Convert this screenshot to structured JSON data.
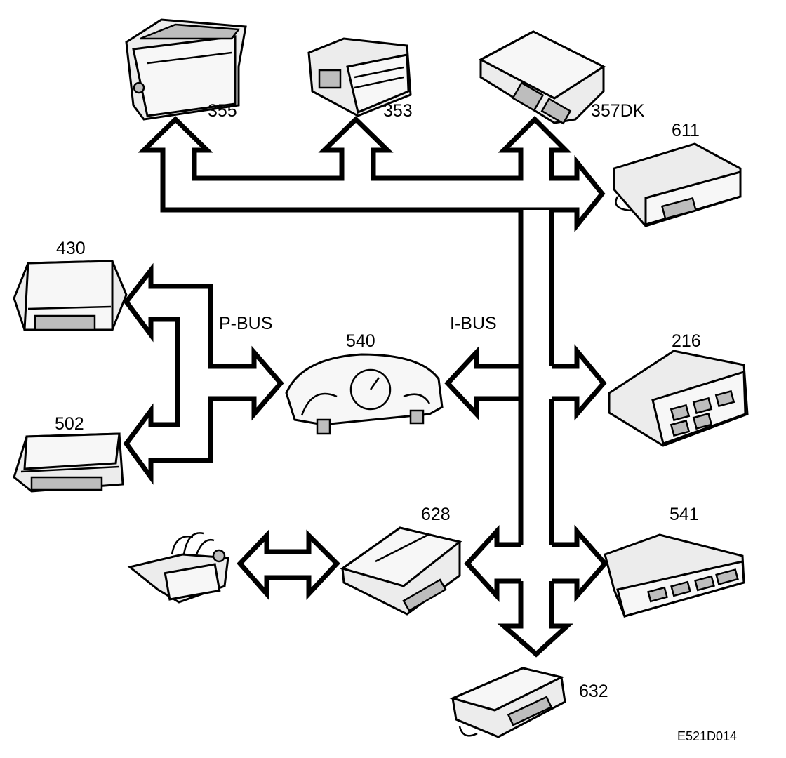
{
  "buses": {
    "p_bus": "P-BUS",
    "i_bus": "I-BUS"
  },
  "modules": {
    "m355": "355",
    "m353": "353",
    "m357dk": "357DK",
    "m611": "611",
    "m430": "430",
    "m540": "540",
    "m216": "216",
    "m502": "502",
    "m628": "628",
    "m541": "541",
    "m632": "632"
  },
  "figure_code": "E521D014"
}
